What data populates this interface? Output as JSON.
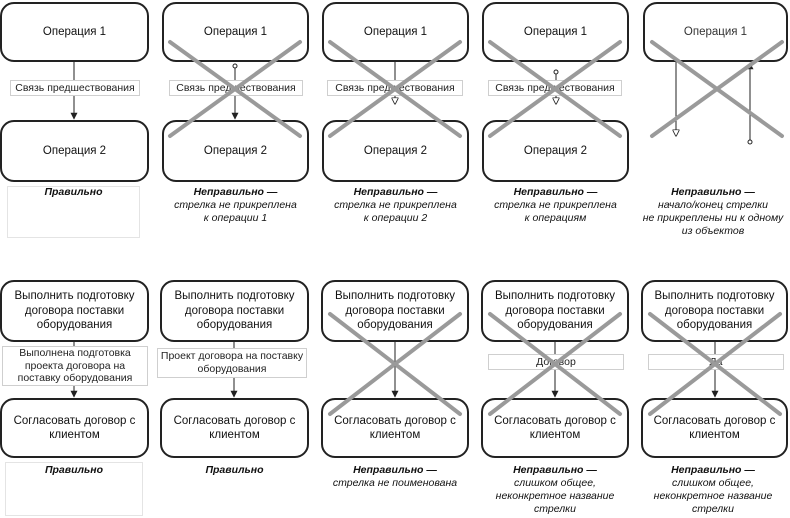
{
  "row1": {
    "col1": {
      "top": "Операция 1",
      "label": "Связь предшествования",
      "bottom": "Операция 2",
      "caption_title": "Правильно",
      "caption_lines": []
    },
    "col2": {
      "top": "Операция 1",
      "label": "Связь предшествования",
      "bottom": "Операция 2",
      "caption_title": "Неправильно —",
      "caption_lines": [
        "стрелка не прикреплена",
        "к операции 1"
      ]
    },
    "col3": {
      "top": "Операция 1",
      "label": "Связь предшествования",
      "bottom": "Операция 2",
      "caption_title": "Неправильно —",
      "caption_lines": [
        "стрелка не прикреплена",
        "к операции 2"
      ]
    },
    "col4": {
      "top": "Операция 1",
      "label": "Связь предшествования",
      "bottom": "Операция 2",
      "caption_title": "Неправильно —",
      "caption_lines": [
        "стрелка не прикреплена",
        "к операциям"
      ]
    },
    "col5": {
      "top": "Операция 1",
      "caption_title": "Неправильно —",
      "caption_lines": [
        "начало/конец стрелки",
        "не прикреплены ни к одному",
        "из объектов"
      ]
    }
  },
  "row2": {
    "col1": {
      "top": "Выполнить подготовку договора поставки оборудования",
      "label": "Выполнена подготовка проекта договора на поставку оборудования",
      "bottom": "Согласовать договор с клиентом",
      "caption_title": "Правильно",
      "caption_lines": []
    },
    "col2": {
      "top": "Выполнить подготовку договора поставки оборудования",
      "label": "Проект договора на поставку оборудования",
      "bottom": "Согласовать договор с клиентом",
      "caption_title": "Правильно",
      "caption_lines": []
    },
    "col3": {
      "top": "Выполнить подготовку договора поставки оборудования",
      "bottom": "Согласовать договор с клиентом",
      "caption_title": "Неправильно —",
      "caption_lines": [
        "стрелка не поименована"
      ]
    },
    "col4": {
      "top": "Выполнить подготовку договора поставки оборудования",
      "label": "Договор",
      "bottom": "Согласовать договор с клиентом",
      "caption_title": "Неправильно —",
      "caption_lines": [
        "слишком общее,",
        "неконкретное название",
        "стрелки"
      ]
    },
    "col5": {
      "top": "Выполнить подготовку договора поставки оборудования",
      "label": "Да",
      "bottom": "Согласовать договор с клиентом",
      "caption_title": "Неправильно —",
      "caption_lines": [
        "слишком общее,",
        "неконкретное название",
        "стрелки"
      ]
    }
  },
  "colors": {
    "line": "#222222",
    "cross": "#9a9a9a",
    "label_border": "#cfcfcf"
  }
}
